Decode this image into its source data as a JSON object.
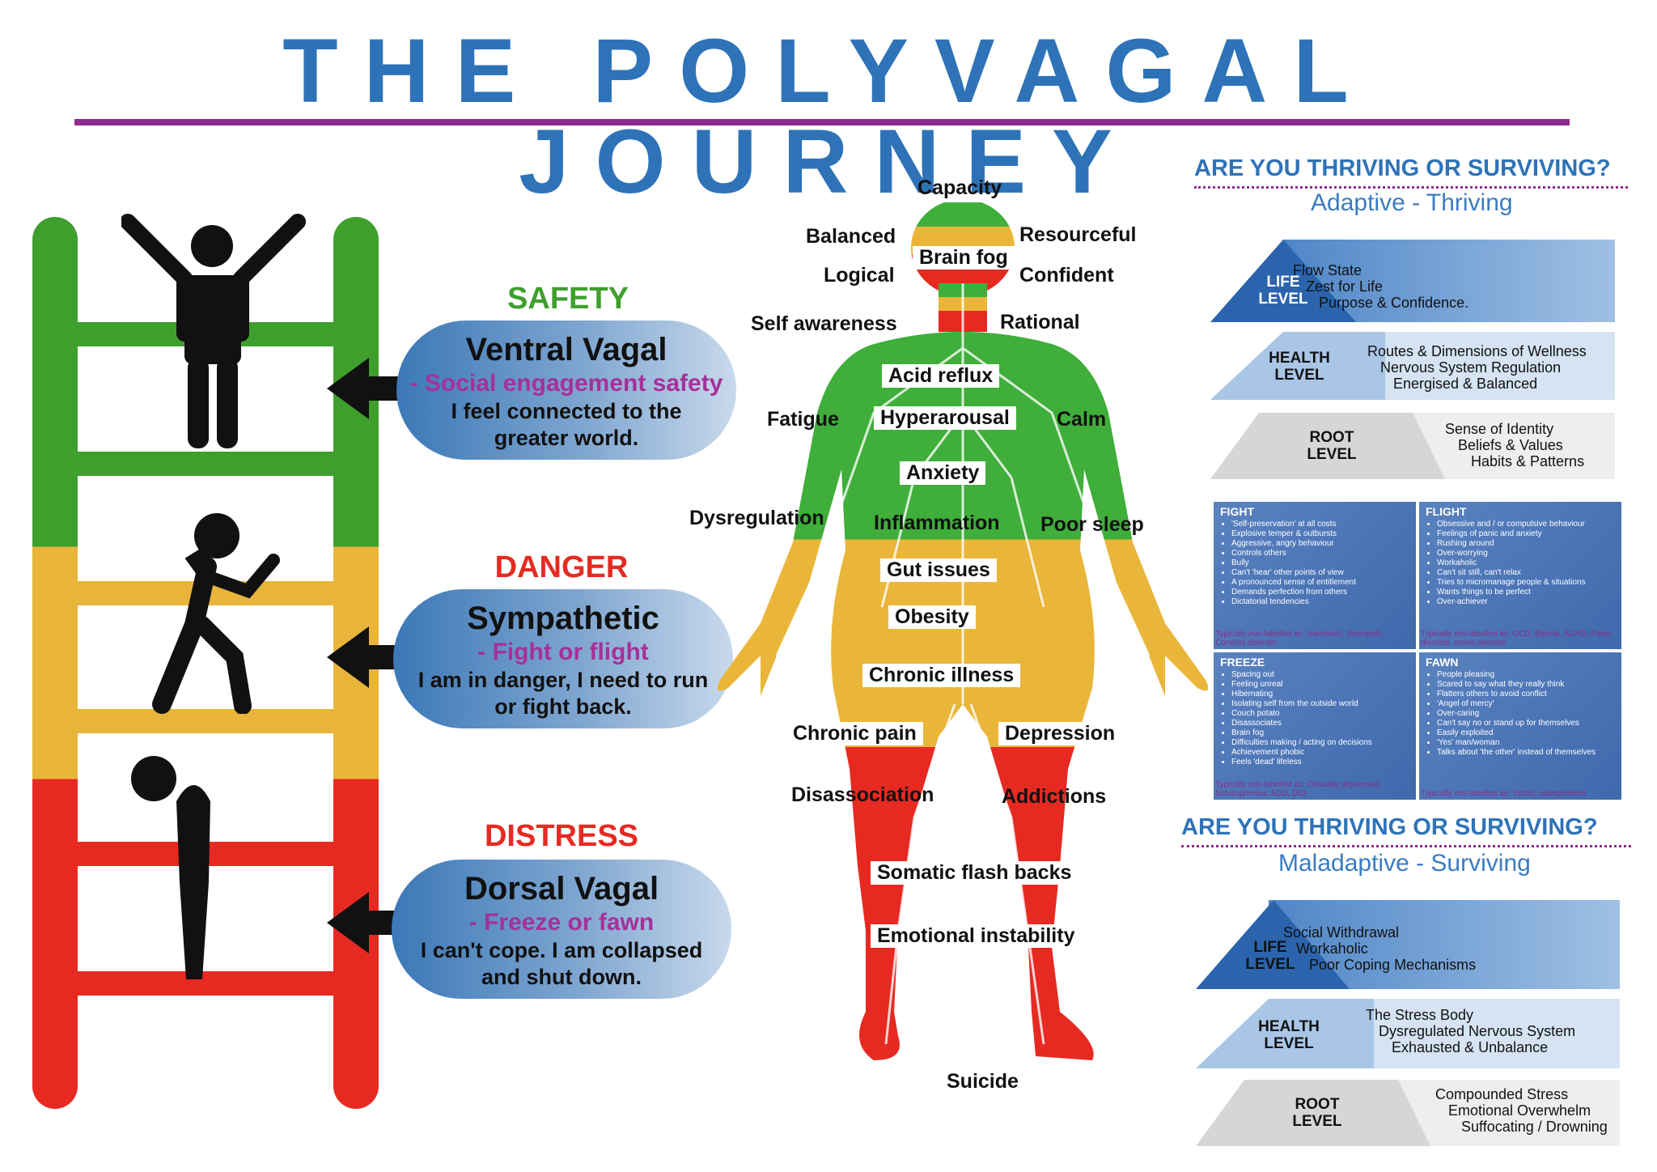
{
  "title": "THE POLYVAGAL JOURNEY",
  "colors": {
    "title": "#2e73b8",
    "rule": "#8e2a8f",
    "safety": "#3f9f2d",
    "danger": "#e8b53a",
    "distress": "#e62a22"
  },
  "ladder": {
    "safety": {
      "head": "SAFETY",
      "title": "Ventral Vagal",
      "sub": "- Social engagement safety",
      "desc": "I feel connected to the greater world."
    },
    "danger": {
      "head": "DANGER",
      "title": "Sympathetic",
      "sub": "- Fight or flight",
      "desc": "I am in danger, I need to run or fight back."
    },
    "distress": {
      "head": "DISTRESS",
      "title": "Dorsal Vagal",
      "sub": "- Freeze or fawn",
      "desc": "I can't cope. I am collapsed and shut down."
    }
  },
  "body_labels": {
    "capacity": "Capacity",
    "balanced": "Balanced",
    "resourceful": "Resourceful",
    "brain_fog": "Brain fog",
    "logical": "Logical",
    "confident": "Confident",
    "self_awareness": "Self awareness",
    "rational": "Rational",
    "acid_reflux": "Acid reflux",
    "fatigue": "Fatigue",
    "hyperarousal": "Hyperarousal",
    "calm": "Calm",
    "anxiety": "Anxiety",
    "dysregulation": "Dysregulation",
    "inflammation": "Inflammation",
    "poor_sleep": "Poor sleep",
    "gut_issues": "Gut issues",
    "obesity": "Obesity",
    "chronic_illness": "Chronic illness",
    "chronic_pain": "Chronic pain",
    "depression": "Depression",
    "disassociation": "Disassociation",
    "addictions": "Addictions",
    "somatic": "Somatic flash backs",
    "emotional": "Emotional instability",
    "suicide": "Suicide"
  },
  "thriving": {
    "heading": "ARE YOU THRIVING OR SURVIVING?",
    "sub": "Adaptive - Thriving",
    "life": {
      "label1": "LIFE",
      "label2": "LEVEL",
      "l1": "Flow State",
      "l2": "Zest for Life",
      "l3": "Purpose & Confidence."
    },
    "health": {
      "label1": "HEALTH",
      "label2": "LEVEL",
      "l1": "Routes & Dimensions of Wellness",
      "l2": "Nervous System Regulation",
      "l3": "Energised & Balanced"
    },
    "root": {
      "label1": "ROOT",
      "label2": "LEVEL",
      "l1": "Sense of Identity",
      "l2": "Beliefs & Values",
      "l3": "Habits & Patterns"
    }
  },
  "quadrants": {
    "fight": {
      "title": "FIGHT",
      "items": [
        "'Self-preservation' at all costs",
        "Explosive temper & outbursts",
        "Aggressive, angry behaviour",
        "Controls others",
        "Bully",
        "Can't 'hear' other points of view",
        "A pronounced sense of entitlement",
        "Demands perfection from others",
        "Dictatorial tendencies"
      ],
      "note": "Typically mis-labelled as: Narcissist, Sociopath, Conduct disorder"
    },
    "flight": {
      "title": "FLIGHT",
      "items": [
        "Obsessive and / or compulsive behaviour",
        "Feelings of panic and anxiety",
        "Rushing around",
        "Over-worrying",
        "Workaholic",
        "Can't sit still, can't relax",
        "Tries to micromanage people & situations",
        "Wants things to be perfect",
        "Over-achiever"
      ],
      "note": "Typically mis-labelled as: OCD, Bipolar, ADHD, Panic disorder, mood disorder"
    },
    "freeze": {
      "title": "FREEZE",
      "items": [
        "Spacing out",
        "Feeling unreal",
        "Hibernating",
        "Isolating self from the outside world",
        "Couch potato",
        "Disassociates",
        "Brain fog",
        "Difficulties making / acting on decisions",
        "Achievement phobic",
        "Feels 'dead' lifeless"
      ],
      "note": "Typically mis-labelled as: Clinically depressed, Schizophrenia, ADD, DID"
    },
    "fawn": {
      "title": "FAWN",
      "items": [
        "People pleasing",
        "Scared to say what they really think",
        "Flatters others to avoid conflict",
        "'Angel of mercy'",
        "Over-caring",
        "Can't say no or stand up for themselves",
        "Easily exploited",
        "'Yes' man/woman",
        "Talks about 'the other' instead of themselves"
      ],
      "note": "Typically mis-labelled as: Victim, codependent"
    }
  },
  "surviving": {
    "heading": "ARE YOU THRIVING OR SURVIVING?",
    "sub": "Maladaptive - Surviving",
    "life": {
      "label1": "LIFE",
      "label2": "LEVEL",
      "l1": "Social Withdrawal",
      "l2": "Workaholic",
      "l3": "Poor Coping Mechanisms"
    },
    "health": {
      "label1": "HEALTH",
      "label2": "LEVEL",
      "l1": "The Stress Body",
      "l2": "Dysregulated Nervous System",
      "l3": "Exhausted & Unbalance"
    },
    "root": {
      "label1": "ROOT",
      "label2": "LEVEL",
      "l1": "Compounded Stress",
      "l2": "Emotional Overwhelm",
      "l3": "Suffocating / Drowning"
    }
  }
}
